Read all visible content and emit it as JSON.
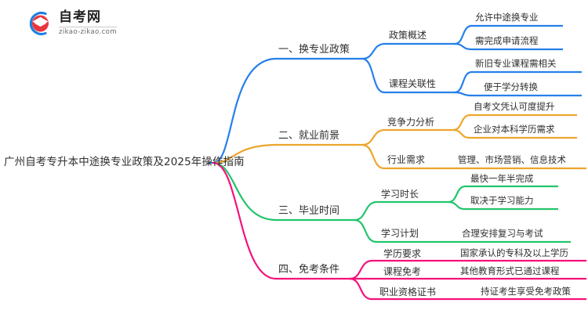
{
  "logo": {
    "name_cn": "自考网",
    "name_en": "zikao-zikao.com",
    "mark_icon": "graduation-cap-icon",
    "ring_color": "#1f7fe0",
    "cap_color": "#e8363f"
  },
  "mindmap": {
    "root": "广州自考专升本中途换专业政策及2025年操作指南",
    "branches": [
      {
        "label": "一、换专业政策",
        "color": "#2680eb",
        "children": [
          {
            "label": "政策概述",
            "leaves": [
              "允许中途换专业",
              "需完成申请流程"
            ]
          },
          {
            "label": "课程关联性",
            "leaves": [
              "新旧专业课程需相关",
              "便于学分转换"
            ]
          }
        ]
      },
      {
        "label": "二、就业前景",
        "color": "#eda52c",
        "children": [
          {
            "label": "竞争力分析",
            "leaves": [
              "自考文凭认可度提升",
              "企业对本科学历需求"
            ]
          },
          {
            "label": "行业需求",
            "leaves": [
              "管理、市场营销、信息技术"
            ]
          }
        ]
      },
      {
        "label": "三、毕业时间",
        "color": "#22c56b",
        "children": [
          {
            "label": "学习时长",
            "leaves": [
              "最快一年半完成",
              "取决于学习能力"
            ]
          },
          {
            "label": "学习计划",
            "leaves": [
              "合理安排复习与考试"
            ]
          }
        ]
      },
      {
        "label": "四、免考条件",
        "color": "#f5127a",
        "children": [
          {
            "label": "学历要求",
            "leaves": [
              "国家承认的专科及以上学历"
            ]
          },
          {
            "label": "课程免考",
            "leaves": [
              "其他教育形式已通过课程"
            ]
          },
          {
            "label": "职业资格证书",
            "leaves": [
              "持证考生享受免考政策"
            ]
          }
        ]
      }
    ]
  }
}
